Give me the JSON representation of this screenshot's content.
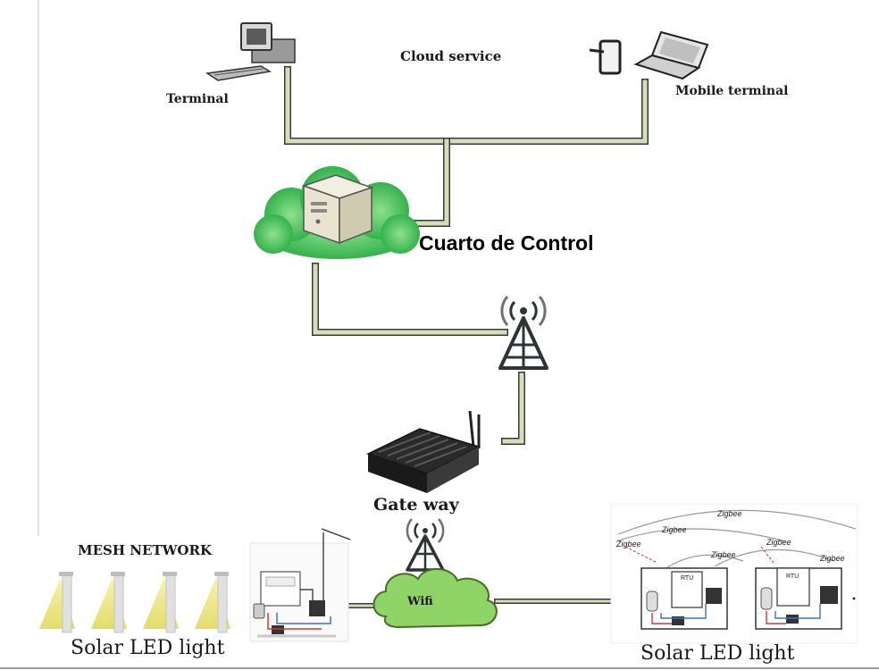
{
  "labels": {
    "terminal": "Terminal",
    "cloud_service": "Cloud service",
    "mobile_terminal": "Mobile terminal",
    "control_room": "Cuarto de Control",
    "gateway": "Gate way",
    "mesh_network": "MESH NETWORK",
    "wifi": "Wifi",
    "solar_left": "Solar LED light",
    "solar_right": "Solar LED light"
  },
  "zigbee_labels": [
    "Zigbee",
    "Zigbee",
    "Zigbee",
    "Zigbee",
    "Zigbee",
    "Zigbee"
  ],
  "rtu_labels": [
    "RTU",
    "RTU"
  ],
  "colors": {
    "line": "#c9d8a8",
    "line_edge": "#3a3a3a",
    "cloud_green": "#2fb84a",
    "wifi_green": "#8fd466",
    "tower": "#2d3436",
    "beam": "#f3f0a6"
  }
}
